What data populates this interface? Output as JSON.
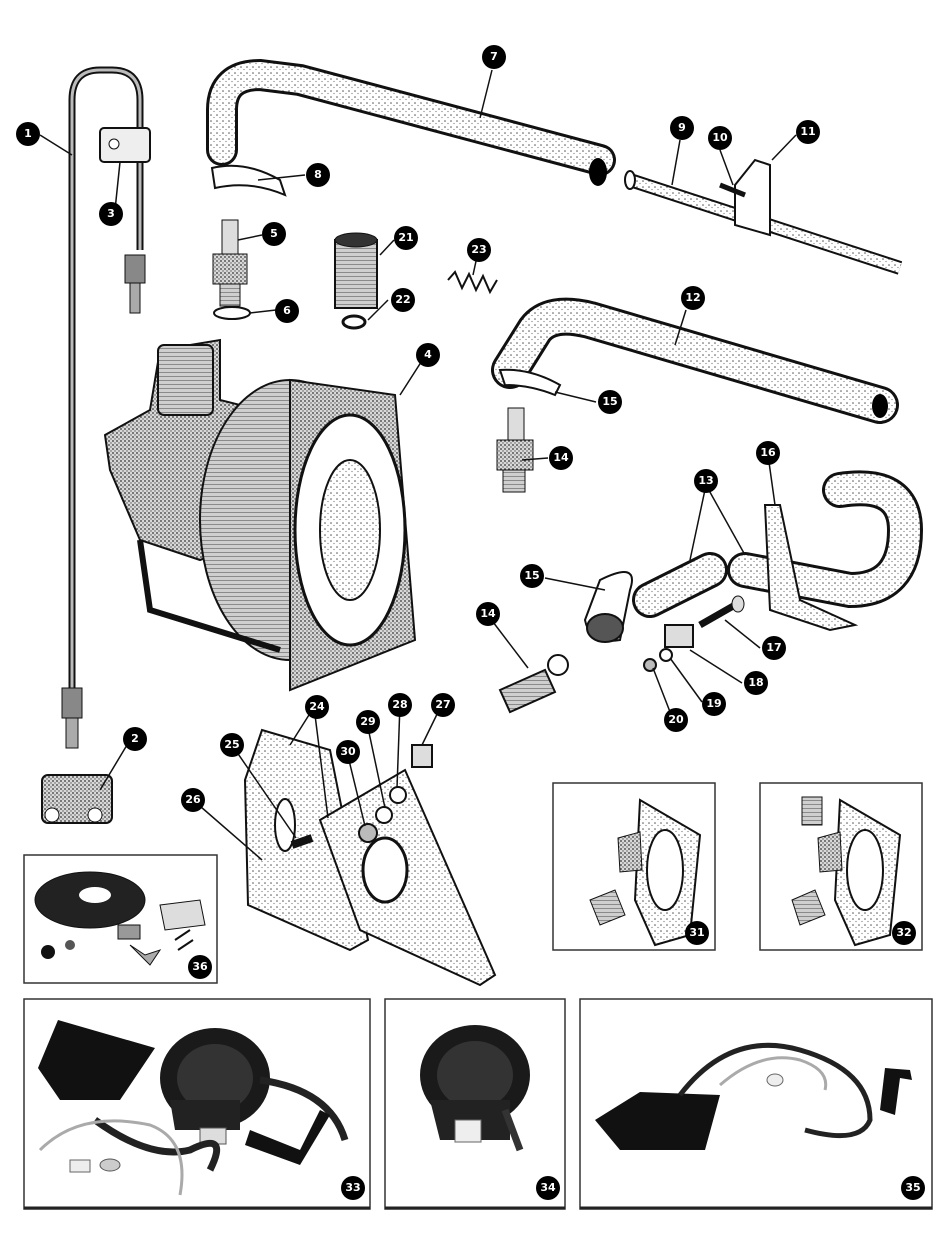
{
  "diagram": {
    "callouts": [
      {
        "id": "c1",
        "label": "1"
      },
      {
        "id": "c2",
        "label": "2"
      },
      {
        "id": "c3",
        "label": "3"
      },
      {
        "id": "c4",
        "label": "4"
      },
      {
        "id": "c5",
        "label": "5"
      },
      {
        "id": "c6",
        "label": "6"
      },
      {
        "id": "c7",
        "label": "7"
      },
      {
        "id": "c8",
        "label": "8"
      },
      {
        "id": "c9",
        "label": "9"
      },
      {
        "id": "c10",
        "label": "10"
      },
      {
        "id": "c11",
        "label": "11"
      },
      {
        "id": "c12",
        "label": "12"
      },
      {
        "id": "c13",
        "label": "13"
      },
      {
        "id": "c14a",
        "label": "14"
      },
      {
        "id": "c14b",
        "label": "14"
      },
      {
        "id": "c15a",
        "label": "15"
      },
      {
        "id": "c15b",
        "label": "15"
      },
      {
        "id": "c16",
        "label": "16"
      },
      {
        "id": "c17",
        "label": "17"
      },
      {
        "id": "c18",
        "label": "18"
      },
      {
        "id": "c19",
        "label": "19"
      },
      {
        "id": "c20",
        "label": "20"
      },
      {
        "id": "c21",
        "label": "21"
      },
      {
        "id": "c22",
        "label": "22"
      },
      {
        "id": "c23",
        "label": "23"
      },
      {
        "id": "c24",
        "label": "24"
      },
      {
        "id": "c25",
        "label": "25"
      },
      {
        "id": "c26",
        "label": "26"
      },
      {
        "id": "c27",
        "label": "27"
      },
      {
        "id": "c28",
        "label": "28"
      },
      {
        "id": "c29",
        "label": "29"
      },
      {
        "id": "c30",
        "label": "30"
      },
      {
        "id": "c31",
        "label": "31"
      },
      {
        "id": "c32",
        "label": "32"
      },
      {
        "id": "c33",
        "label": "33"
      },
      {
        "id": "c34",
        "label": "34"
      },
      {
        "id": "c35",
        "label": "35"
      },
      {
        "id": "c36",
        "label": "36"
      }
    ]
  }
}
